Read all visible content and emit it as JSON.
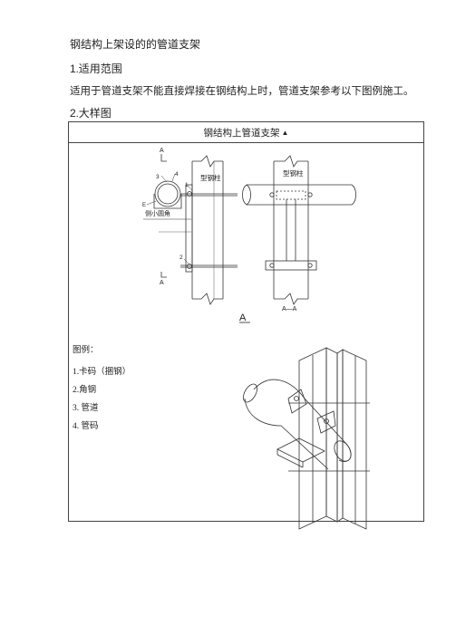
{
  "doc": {
    "title": "钢结构上架设的的管道支架",
    "section1": {
      "num": "1",
      "title": ".适用范围"
    },
    "body": "适用于管道支架不能直接焊接在钢结构上时，管道支架参考以下图例施工。",
    "section2": {
      "num": "2",
      "title": ".大样图"
    }
  },
  "figure": {
    "header": "钢结构上管道支架",
    "header_mark": "▲",
    "label_column": "型钢柱",
    "label_column_right": "型钢柱",
    "label_weld": "侧小圆角",
    "label_section_top": "A",
    "label_section_bottom": "A",
    "label_view": "A",
    "label_view_right": "A—A",
    "callouts": [
      "3",
      "4",
      "1",
      "2",
      "E"
    ]
  },
  "legend": {
    "title": "图例：",
    "items": [
      "1.卡码（捆钢）",
      "2.角钢",
      "3. 管道",
      "4. 管码"
    ]
  }
}
